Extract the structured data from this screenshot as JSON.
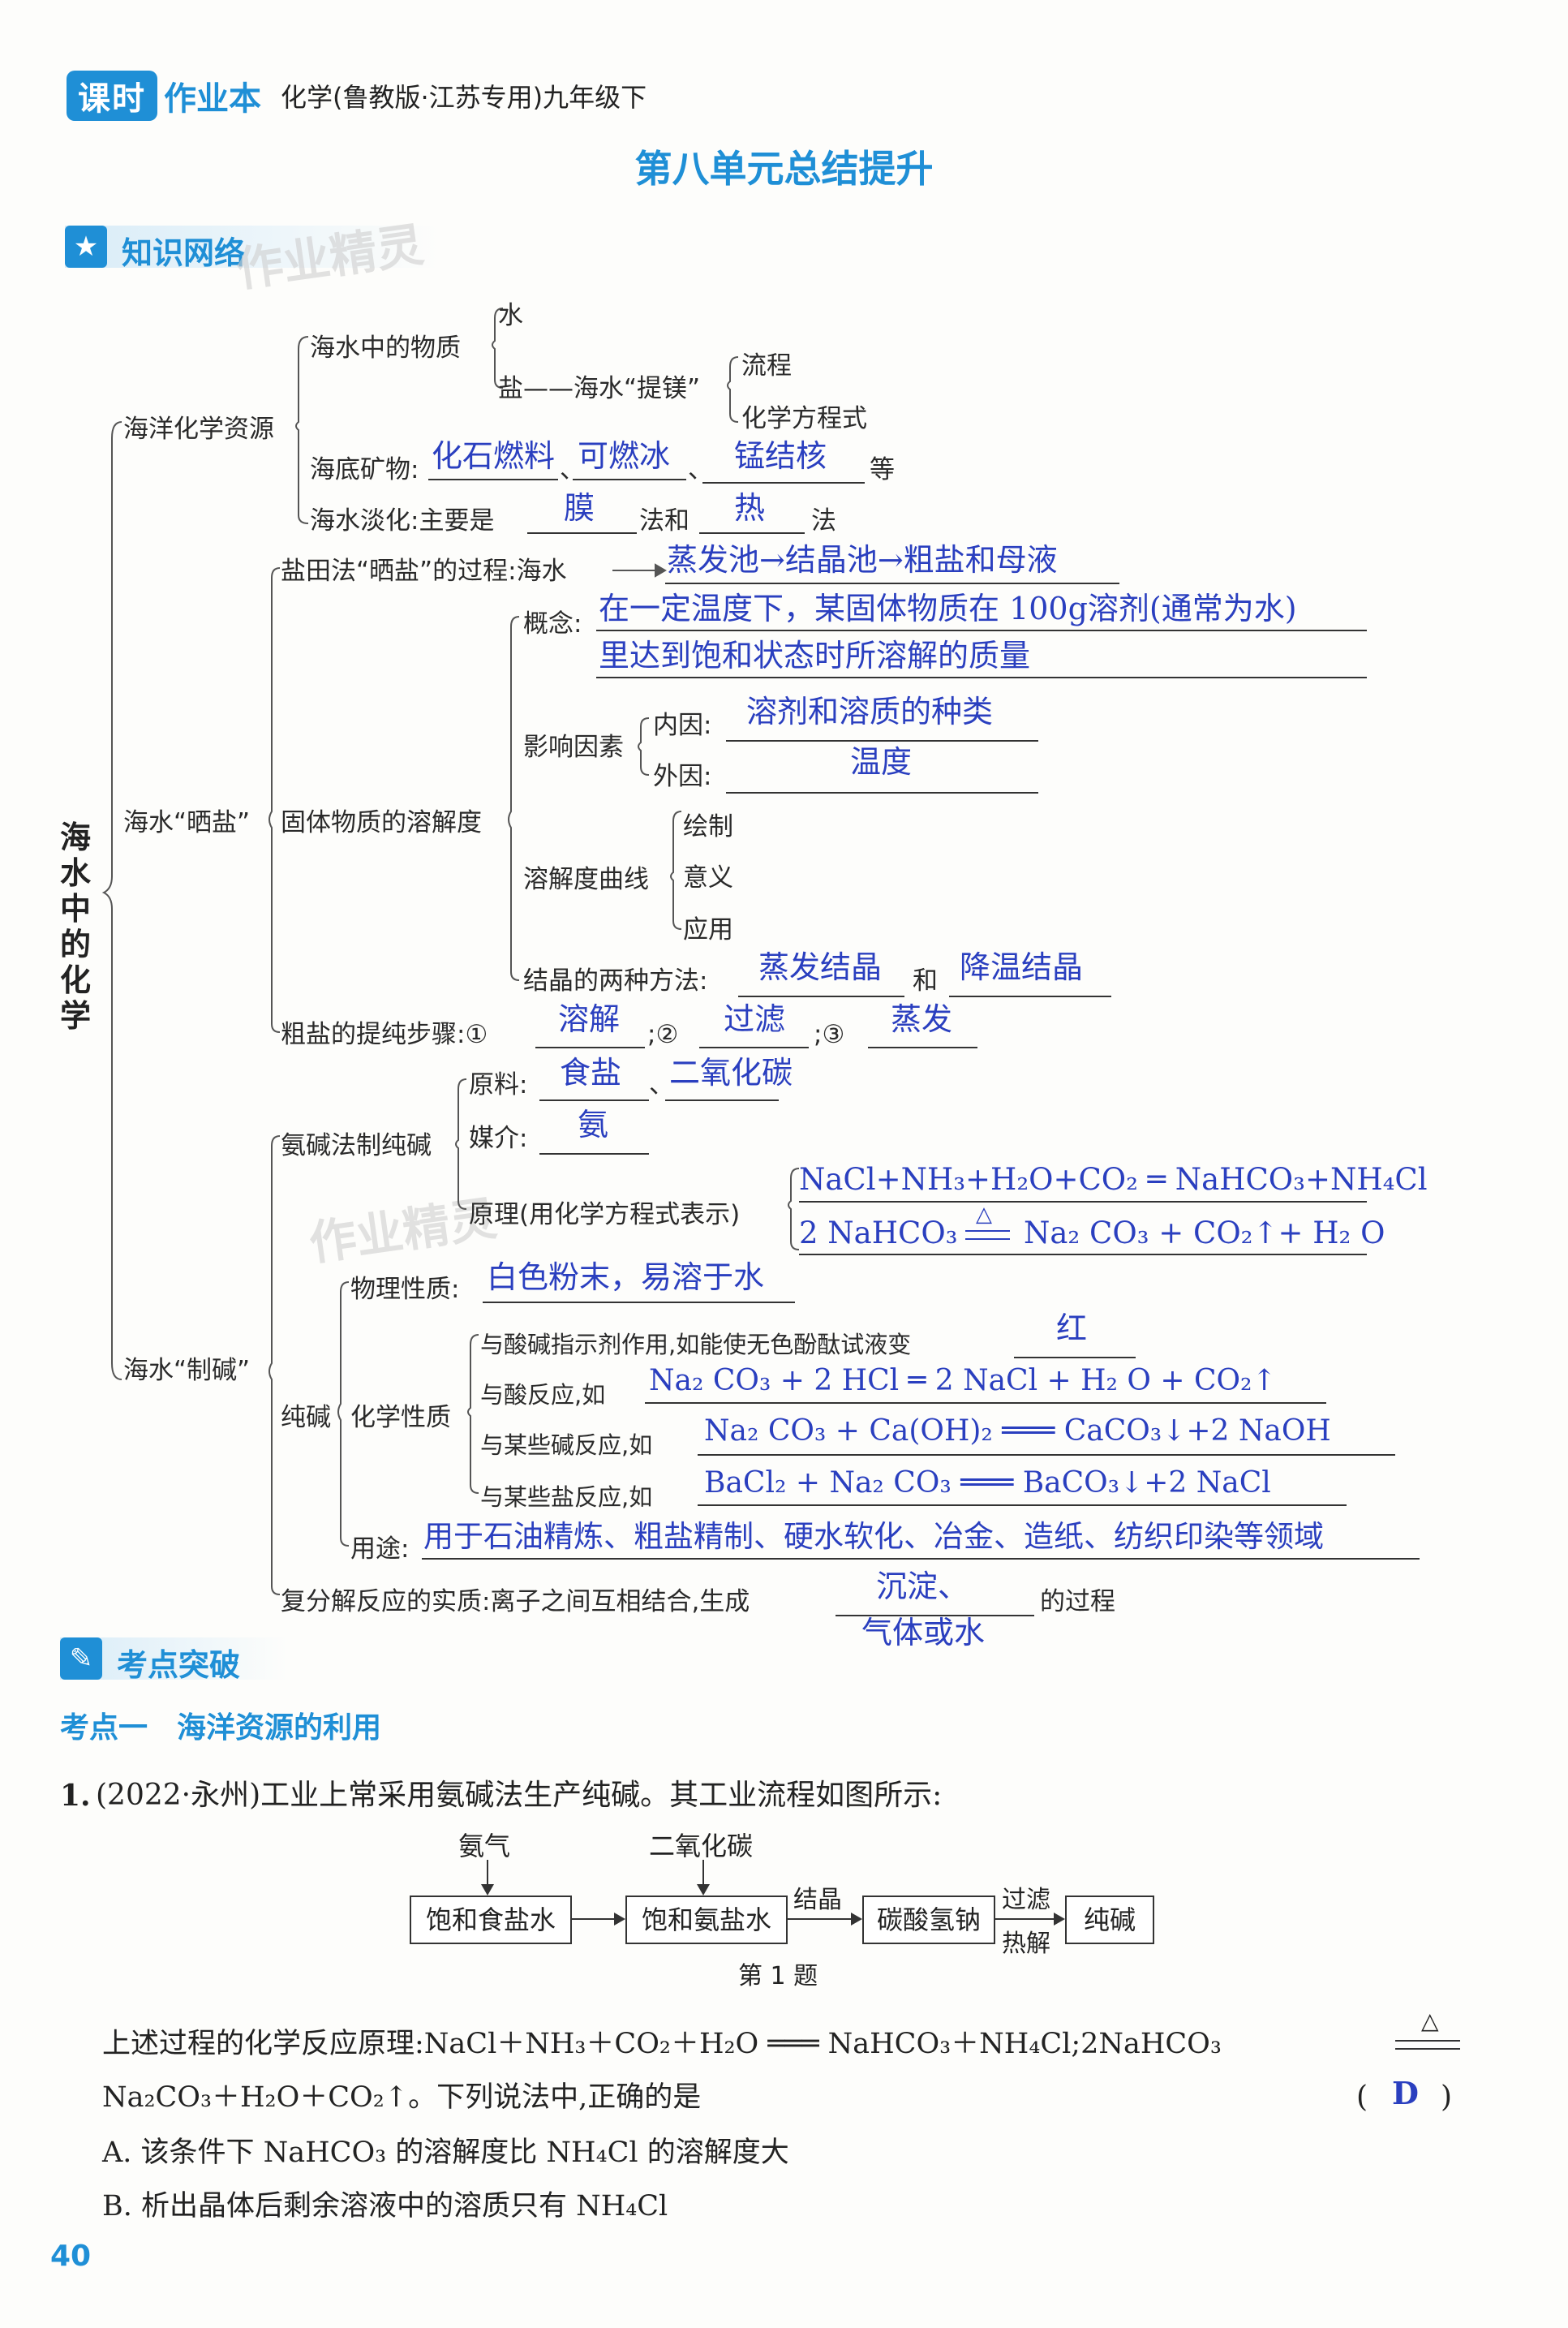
{
  "header": {
    "brand_box": "课时",
    "brand_text": "作业本",
    "subtitle": "化学(鲁教版·江苏专用)九年级下",
    "title": "第八单元总结提升"
  },
  "section1": {
    "title": "知识网络",
    "watermark": "作业精灵"
  },
  "root": "海水中的化学",
  "ocean": {
    "label": "海洋化学资源",
    "substances": "海水中的物质",
    "water": "水",
    "salt": "盐——海水“提镁”",
    "process": "流程",
    "equation": "化学方程式",
    "minerals_label": "海底矿物:",
    "m1": "化石燃料",
    "sep1": "、",
    "m2": "可燃冰",
    "sep2": "、",
    "m3": "锰结核",
    "etc": "等",
    "desal_label": "海水淡化:主要是",
    "desal_a1": "膜",
    "desal_mid": "法和",
    "desal_a2": "热",
    "desal_end": "法"
  },
  "shaiyan": {
    "label": "海水“晒盐”",
    "pan_label": "盐田法“晒盐”的过程:海水",
    "pan_answer": "蒸发池→结晶池→粗盐和母液",
    "solub": "固体物质的溶解度",
    "concept_label": "概念:",
    "concept_line1": "在一定温度下，某固体物质在 100g溶剂(通常为水)",
    "concept_line2": "里达到饱和状态时所溶解的质量",
    "factors": "影响因素",
    "inner": "内因:",
    "inner_ans": "溶剂和溶质的种类",
    "outer": "外因:",
    "outer_ans": "温度",
    "curve": "溶解度曲线",
    "c1": "绘制",
    "c2": "意义",
    "c3": "应用",
    "cryst_label": "结晶的两种方法:",
    "cryst_a1": "蒸发结晶",
    "cryst_and": "和",
    "cryst_a2": "降温结晶",
    "purify_label": "粗盐的提纯步骤:①",
    "p1": "溶解",
    "p_sep2": ";②",
    "p2": "过滤",
    "p_sep3": ";③",
    "p3": "蒸发"
  },
  "zhijian": {
    "label": "海水“制碱”",
    "ammonia": "氨碱法制纯碱",
    "raw_label": "原料:",
    "raw1": "食盐",
    "raw_sep": "、",
    "raw2": "二氧化碳",
    "med_label": "媒介:",
    "med": "氨",
    "principle": "原理(用化学方程式表示)",
    "eq1": "NaCl+NH₃+H₂O+CO₂ ═ NaHCO₃+NH₄Cl",
    "eq2_a": "2 NaHCO₃",
    "eq2_delta": "△",
    "eq2_b": "Na₂ CO₃ +  CO₂↑+ H₂ O",
    "soda": "纯碱",
    "phys_label": "物理性质:",
    "phys": "白色粉末，易溶于水",
    "chem_label": "化学性质",
    "ch1_label": "与酸碱指示剂作用,如能使无色酚酞试液变",
    "ch1": "红",
    "ch2_label": "与酸反应,如",
    "ch2": "Na₂ CO₃ + 2 HCl ═ 2 NaCl +  H₂ O +  CO₂↑",
    "ch3_label": "与某些碱反应,如",
    "ch3": "Na₂ CO₃ +  Ca(OH)₂ ═══  CaCO₃↓+2 NaOH",
    "ch4_label": "与某些盐反应,如",
    "ch4": "BaCl₂ +  Na₂ CO₃ ═══  BaCO₃↓+2 NaCl",
    "use_label": "用途:",
    "use": "用于石油精炼、粗盐精制、硬水软化、冶金、造纸、纺织印染等领域",
    "double_label": "复分解反应的实质:离子之间互相结合,生成",
    "double_a1": "沉淀、",
    "double_a2": "气体或水",
    "double_end": "的过程"
  },
  "section2": {
    "title": "考点突破",
    "kaodian": "考点一　海洋资源的利用"
  },
  "q1": {
    "num": "1.",
    "stem": "(2022·永州)工业上常采用氨碱法生产纯碱。其工业流程如图所示:",
    "in1": "氨气",
    "in2": "二氧化碳",
    "b1": "饱和食盐水",
    "b2": "饱和氨盐水",
    "step1": "结晶",
    "b3": "碳酸氢钠",
    "step2a": "过滤",
    "step2b": "热解",
    "b4": "纯碱",
    "caption": "第 1 题",
    "line1": "上述过程的化学反应原理:NaCl＋NH₃＋CO₂＋H₂O ═══ NaHCO₃＋NH₄Cl;2NaHCO₃",
    "delta": "△",
    "line2": "Na₂CO₃＋H₂O＋CO₂↑。下列说法中,正确的是",
    "paren_open": "(",
    "answer": "D",
    "paren_close": ")",
    "optA": "A. 该条件下 NaHCO₃ 的溶解度比 NH₄Cl 的溶解度大",
    "optB": "B. 析出晶体后剩余溶液中的溶质只有 NH₄Cl"
  },
  "page_number": "40"
}
